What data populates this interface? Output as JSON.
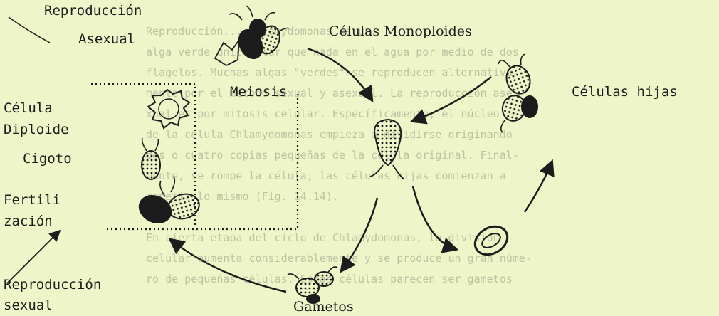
{
  "labels": {
    "reproduccion_asexual_1": "Reproducción",
    "reproduccion_asexual_2": "Asexual",
    "celulas_monoploides": "Células Monoploides",
    "meiosis": "Meiosis",
    "celulas_hijas": "Células hijas",
    "celula": "Célula",
    "diploide": "Diploide",
    "cigoto": "Cigoto",
    "fertili": "Fertili",
    "zacion": "zación",
    "reproduccion_sexual_1": "Reproducción",
    "reproduccion_sexual_2": "sexual",
    "gametos": "Gametos"
  },
  "background_text": [
    "Reproducción... Chlamydomonas es un",
    "alga verde unicelular que nada en el agua por medio de dos",
    "flagelos. Muchas algas \"verdes\" se reproducen alternativa-",
    "mente por el método sexual y asexual. La reproducción ase-",
    "xual es por mitosis celular. Específicamente, el núcleo",
    "de la célula Chlamydomonas empieza a dividirse originando",
    "dos o cuatro copias pequeñas de la célula original. Final-",
    "mente, se rompe la célula; las células hijas comienzan a",
    "repetir lo mismo (Fig. 14.14).",
    "",
    "En cierta etapa del ciclo de Chlamydomonas, la división",
    "celular aumenta considerablemente y se produce un gran núme-",
    "ro de pequeñas células. Estas células parecen ser gametos"
  ],
  "colors": {
    "ink": "#1c1c1c",
    "background": "#eef5c8",
    "faint_text": "#7d8a75"
  }
}
